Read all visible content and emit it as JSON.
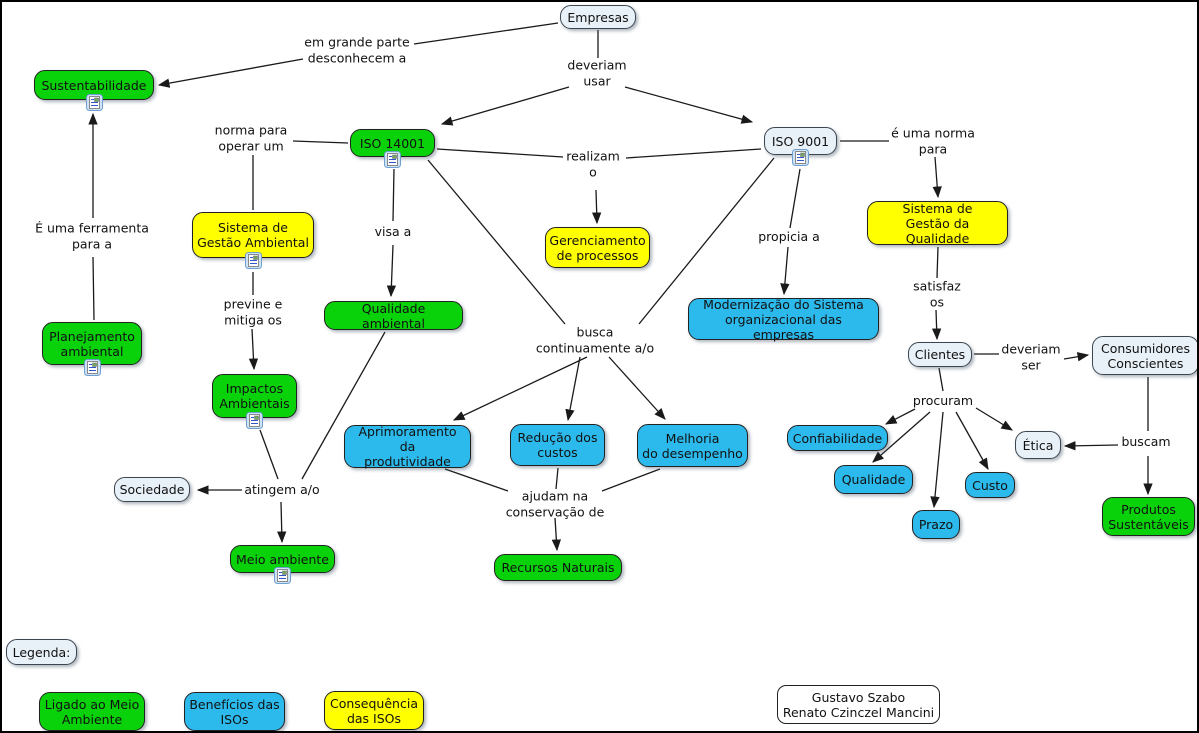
{
  "title": "Mapa conceitual ISO 14001 / ISO 9001",
  "colors": {
    "environment_green": "#0ad20a",
    "benefits_blue": "#2cb9ec",
    "consequence_yellow": "#ffff00",
    "plain_node": "#e9f1f8",
    "line_black": "#1a1a1a"
  },
  "nodes": {
    "empresas": {
      "label": "Empresas"
    },
    "sustentabilidade": {
      "label": "Sustentabilidade"
    },
    "iso14001": {
      "label": "ISO 14001"
    },
    "iso9001": {
      "label": "ISO 9001"
    },
    "sga": {
      "label": "Sistema de\nGestão Ambiental"
    },
    "gerenciamento": {
      "label": "Gerenciamento\nde processos"
    },
    "sgq": {
      "label": "Sistema de\nGestão da Qualidade"
    },
    "planejamento": {
      "label": "Planejamento\nambiental"
    },
    "qualidade_ambiental": {
      "label": "Qualidade ambiental"
    },
    "modernizacao": {
      "label": "Modernização do Sistema\norganizacional das empresas"
    },
    "clientes": {
      "label": "Clientes"
    },
    "consumidores": {
      "label": "Consumidores\nConscientes"
    },
    "impactos": {
      "label": "Impactos\nAmbientais"
    },
    "aprimoramento": {
      "label": "Aprimoramento da\nprodutividade"
    },
    "reducao": {
      "label": "Redução dos\ncustos"
    },
    "melhoria": {
      "label": "Melhoria\ndo desempenho"
    },
    "confiabilidade": {
      "label": "Confiabilidade"
    },
    "etica": {
      "label": "Ética"
    },
    "qualidade": {
      "label": "Qualidade"
    },
    "custo": {
      "label": "Custo"
    },
    "prazo": {
      "label": "Prazo"
    },
    "sociedade": {
      "label": "Sociedade"
    },
    "meio_ambiente": {
      "label": "Meio ambiente"
    },
    "recursos": {
      "label": "Recursos Naturais"
    },
    "produtos": {
      "label": "Produtos\nSustentáveis"
    }
  },
  "labels": {
    "desconhecem": "em grande parte\ndesconhecem a",
    "deveriam_usar": "deveriam\nusar",
    "norma_para": "norma para\noperar um",
    "realizam": "realizam\no",
    "e_uma_norma": "é uma norma\npara",
    "ferramenta": "É uma ferramenta\npara a",
    "visa_a": "visa a",
    "propicia": "propicia a",
    "satisfaz": "satisfaz\nos",
    "previne": "previne e\nmitiga os",
    "busca": "busca\ncontinuamente a/o",
    "deveriam_ser": "deveriam\nser",
    "procuram": "procuram",
    "buscam": "buscam",
    "atingem": "atingem a/o",
    "ajudam": "ajudam na\nconservação de"
  },
  "legend": {
    "title": "Legenda:",
    "items": [
      {
        "label": "Ligado ao Meio\nAmbiente",
        "color": "green"
      },
      {
        "label": "Benefícios das\nISOs",
        "color": "blue"
      },
      {
        "label": "Consequência\ndas ISOs",
        "color": "yellow"
      }
    ]
  },
  "credits": "Gustavo Szabo\nRenato Czinczel Mancini",
  "icons": {
    "resource": "document-with-image-attachment"
  }
}
